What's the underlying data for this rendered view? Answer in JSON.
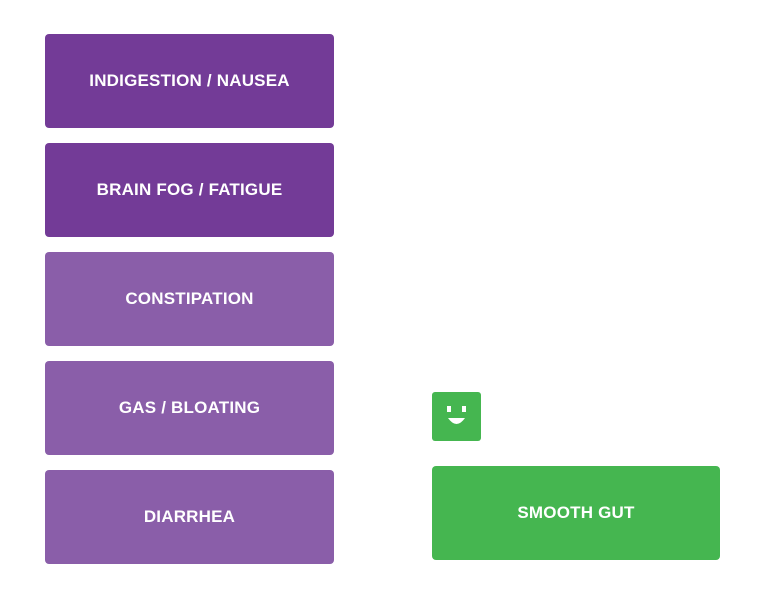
{
  "symptoms": [
    {
      "label": "INDIGESTION / NAUSEA",
      "color": "#733B97"
    },
    {
      "label": "BRAIN FOG / FATIGUE",
      "color": "#733B97"
    },
    {
      "label": "CONSTIPATION",
      "color": "#8A5EA9"
    },
    {
      "label": "GAS / BLOATING",
      "color": "#8A5EA9"
    },
    {
      "label": "DIARRHEA",
      "color": "#8A5EA9"
    }
  ],
  "result": {
    "label": "SMOOTH GUT",
    "color": "#45B650",
    "icon": "smiley-face-icon"
  }
}
